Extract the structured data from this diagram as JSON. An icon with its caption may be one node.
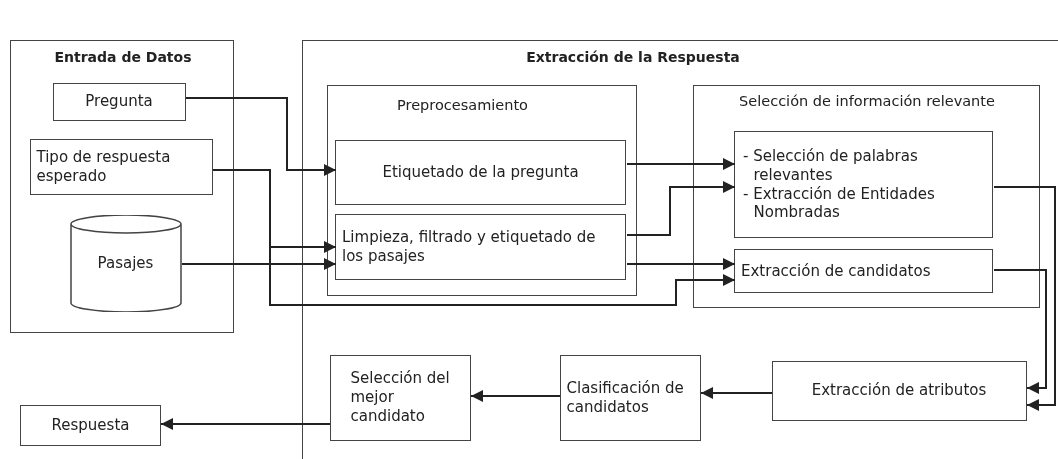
{
  "diagram": {
    "nodes": [
      {
        "text": [
          "Entrada de Datos"
        ]
      },
      {
        "text": [
          "Extracción de la Respuesta"
        ]
      },
      {
        "text": [
          "Pregunta"
        ],
        "in": 0
      },
      {
        "text": [
          "Tipo de respuesta esperado"
        ],
        "in": 0
      },
      {
        "text": [
          "Pasajes"
        ],
        "in": 0
      },
      {
        "text": [
          "Preprocesamiento"
        ],
        "in": 1
      },
      {
        "text": [
          "Etiquetado de la pregunta"
        ],
        "in": 5
      },
      {
        "text": [
          "Limpieza, filtrado y etiquetado de los pasajes"
        ],
        "in": 5
      },
      {
        "text": [
          "Selección de información relevante"
        ],
        "in": 1
      },
      {
        "text": [
          "- Selección de palabras relevantes",
          "- Extracción de Entidades Nombradas"
        ],
        "in": 8
      },
      {
        "text": [
          "Extracción de candidatos"
        ],
        "in": 8
      },
      {
        "text": [
          "Respuesta"
        ]
      },
      {
        "text": [
          "Selección del mejor candidato"
        ],
        "in": 1
      },
      {
        "text": [
          "Clasificación de candidatos"
        ],
        "in": 1
      },
      {
        "text": [
          "Extracción de atributos"
        ],
        "in": 1
      }
    ],
    "edges": [
      {
        "from": 2,
        "to": 6,
        "arrow": "to"
      },
      {
        "from": 3,
        "to": 7,
        "arrow": "to"
      },
      {
        "from": 3,
        "to": 10,
        "arrow": "to"
      },
      {
        "from": 4,
        "to": 7,
        "arrow": "to"
      },
      {
        "from": 6,
        "to": 9,
        "arrow": "to"
      },
      {
        "from": 7,
        "to": 9,
        "arrow": "to"
      },
      {
        "from": 7,
        "to": 10,
        "arrow": "to"
      },
      {
        "from": 9,
        "to": 14,
        "arrow": "to"
      },
      {
        "from": 10,
        "to": 14,
        "arrow": "to"
      },
      {
        "from": 14,
        "to": 13,
        "arrow": "to"
      },
      {
        "from": 13,
        "to": 12,
        "arrow": "to"
      },
      {
        "from": 12,
        "to": 11,
        "arrow": "to"
      }
    ]
  }
}
